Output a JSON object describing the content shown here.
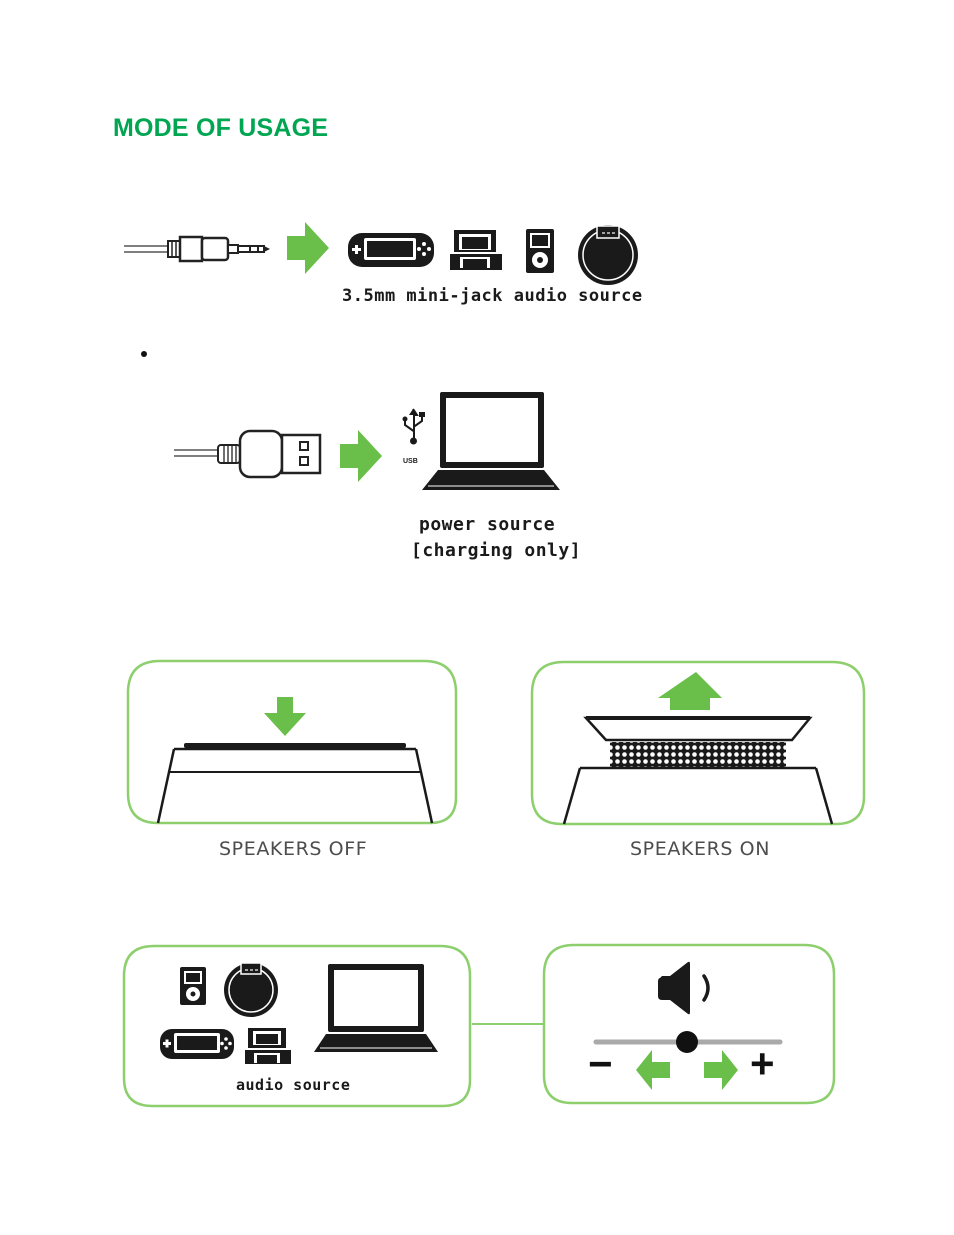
{
  "section": {
    "title": "MODE OF USAGE"
  },
  "figure_audio": {
    "label": "3.5mm mini-jack audio source"
  },
  "figure_usb": {
    "usb_text": "USB",
    "label_line1": "power source",
    "label_line2": "[charging only]"
  },
  "speakers": {
    "off_caption": "SPEAKERS OFF",
    "on_caption": "SPEAKERS ON"
  },
  "volume": {
    "audio_source_label": "audio source",
    "minus": "−",
    "plus": "+"
  },
  "colors": {
    "accent_green": "#6abf4b",
    "title_green": "#00a651"
  }
}
